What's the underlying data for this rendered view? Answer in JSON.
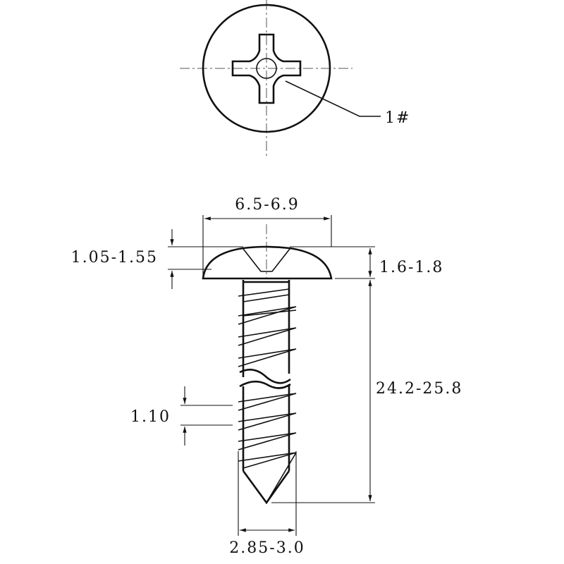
{
  "drawing": {
    "callout_top": "1#",
    "head_diameter": "6.5-6.9",
    "recess_depth": "1.05-1.55",
    "head_height": "1.6-1.8",
    "length": "24.2-25.8",
    "thread_pitch": "1.10",
    "thread_diameter": "2.85-3.0"
  },
  "colors": {
    "line": "#111111",
    "background": "#ffffff"
  }
}
